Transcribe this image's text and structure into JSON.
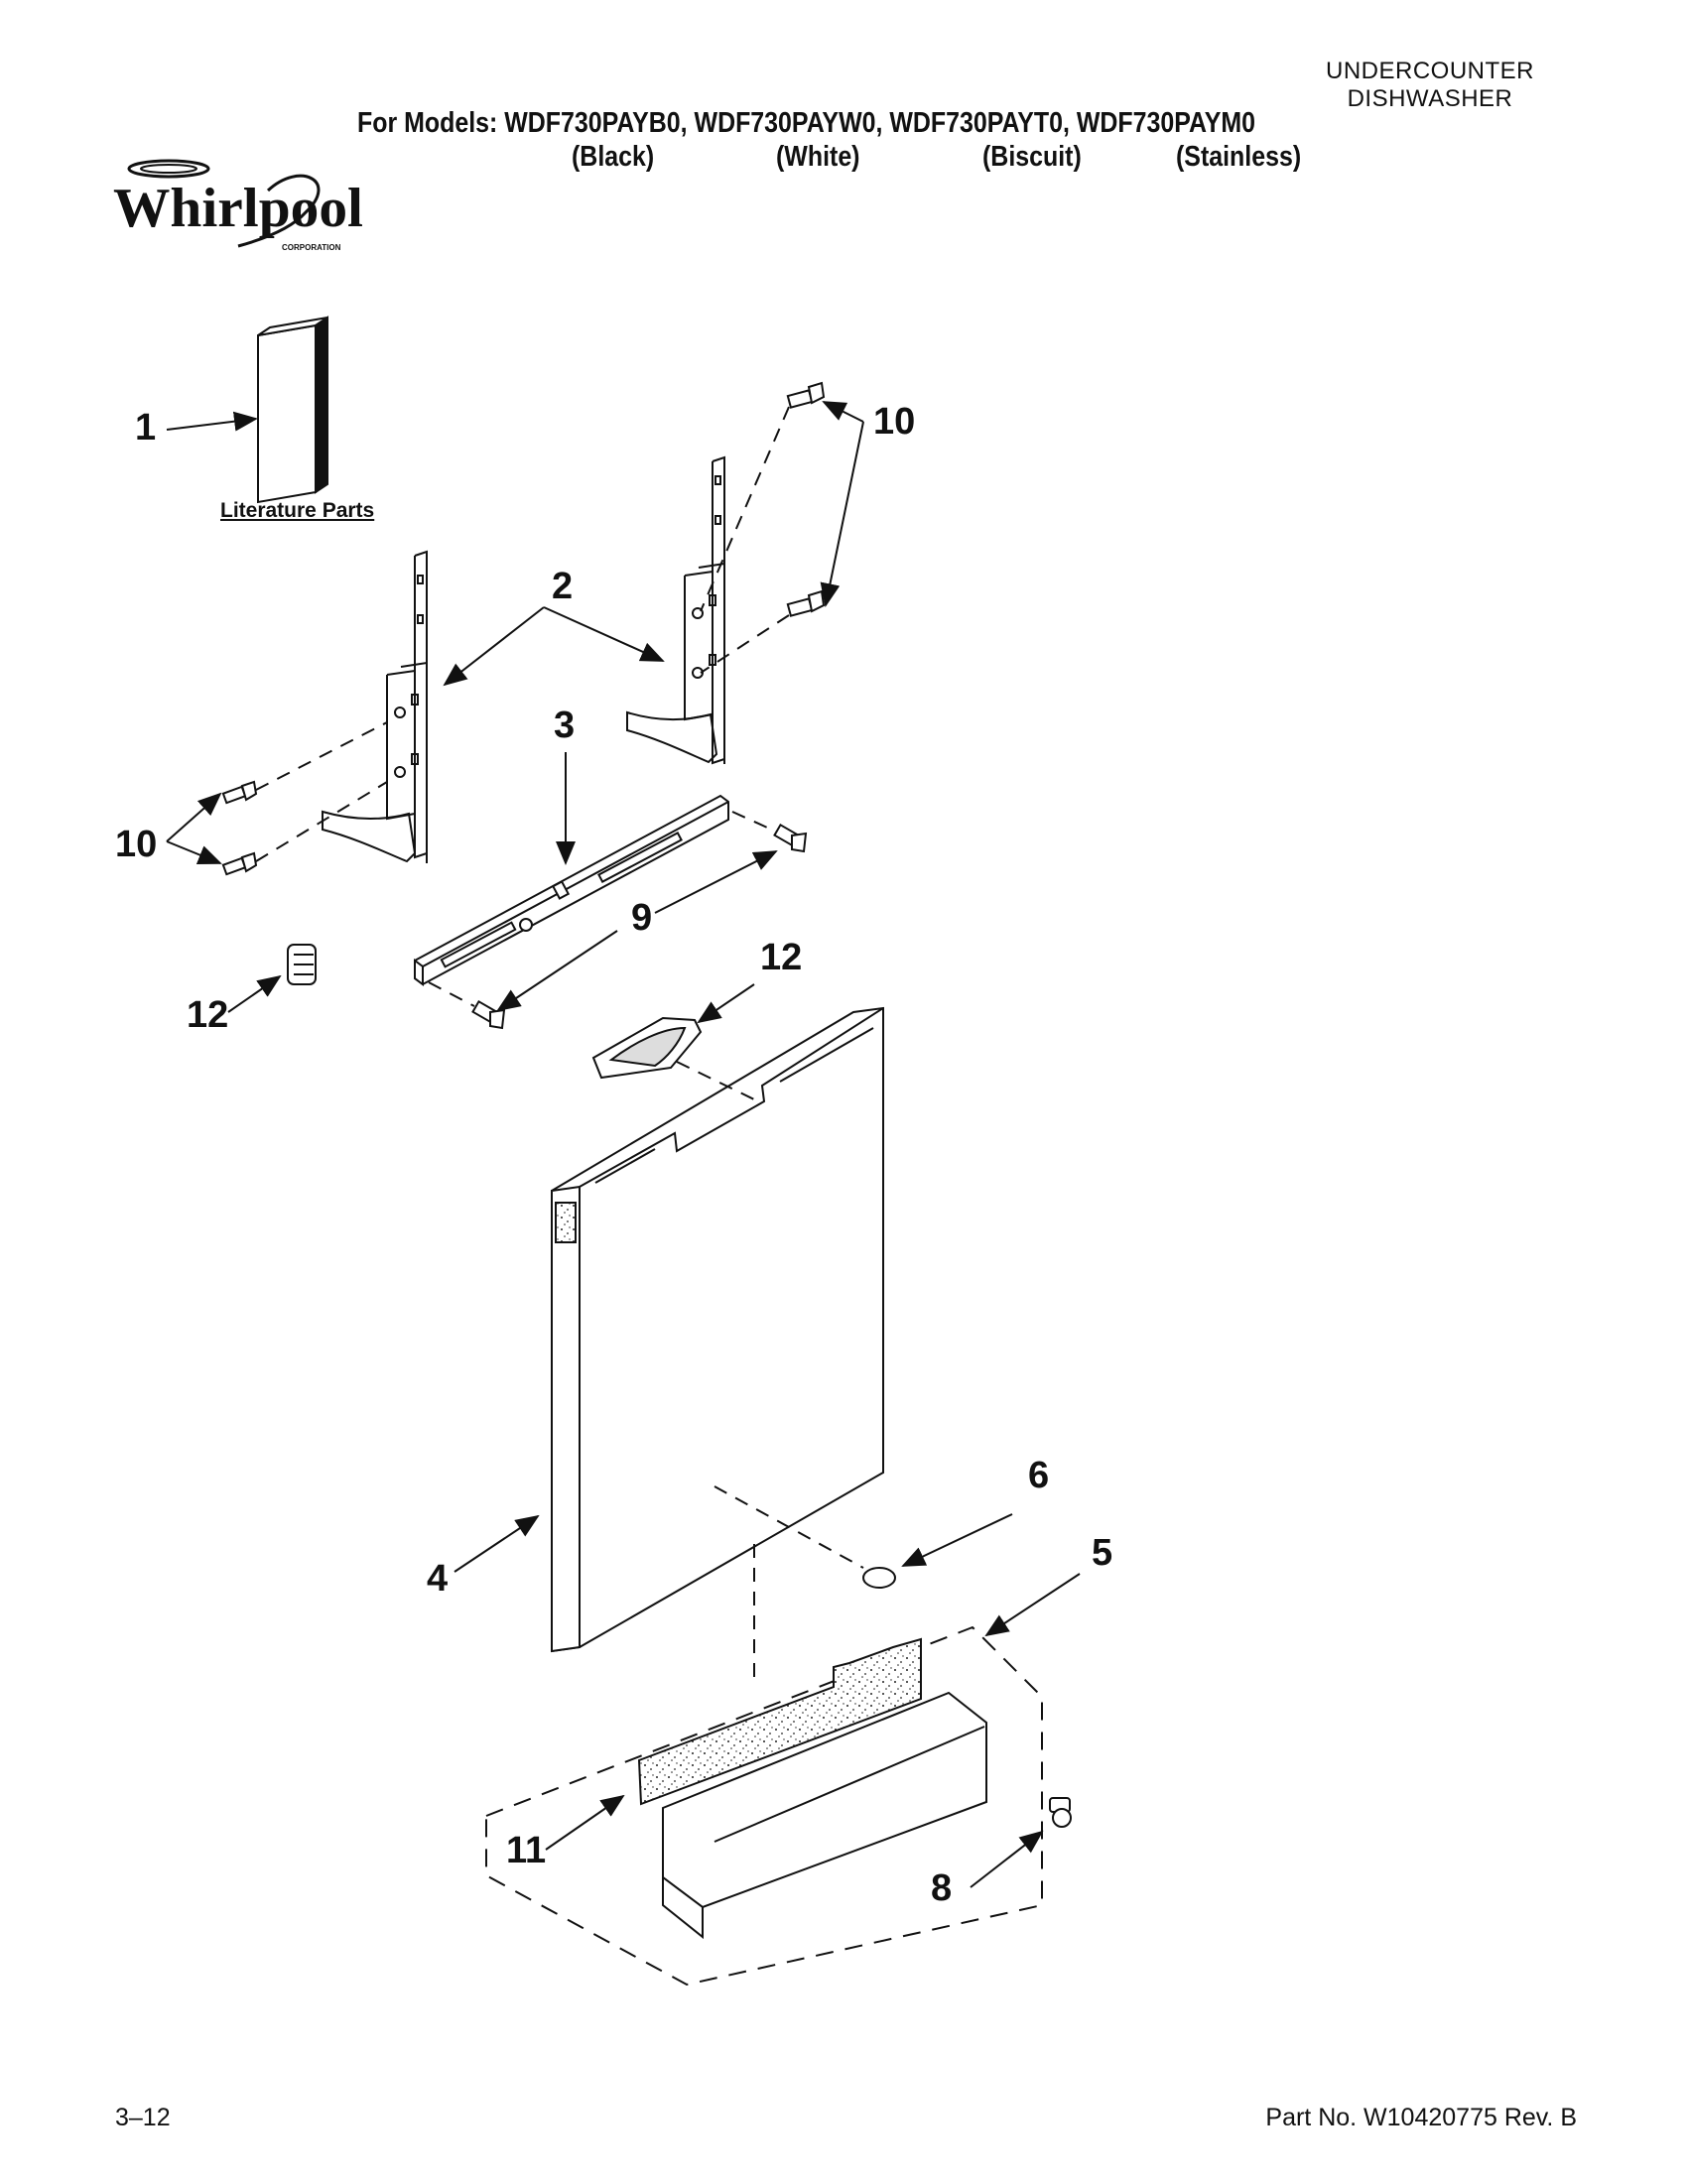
{
  "header": {
    "category_line1": "UNDERCOUNTER",
    "category_line2": "DISHWASHER",
    "models": "For Models: WDF730PAYB0, WDF730PAYW0, WDF730PAYT0, WDF730PAYM0",
    "variants": [
      "(Black)",
      "(White)",
      "(Biscuit)",
      "(Stainless)"
    ]
  },
  "logo": {
    "brand": "Whirlpool",
    "sub": "CORPORATION"
  },
  "literature_label": "Literature Parts",
  "callouts": {
    "c1": "1",
    "c2": "2",
    "c3": "3",
    "c4": "4",
    "c5": "5",
    "c6": "6",
    "c8": "8",
    "c9": "9",
    "c10a": "10",
    "c10b": "10",
    "c11": "11",
    "c12a": "12",
    "c12b": "12"
  },
  "footer": {
    "page": "3–12",
    "part_no": "Part No. W10420775 Rev. B"
  }
}
